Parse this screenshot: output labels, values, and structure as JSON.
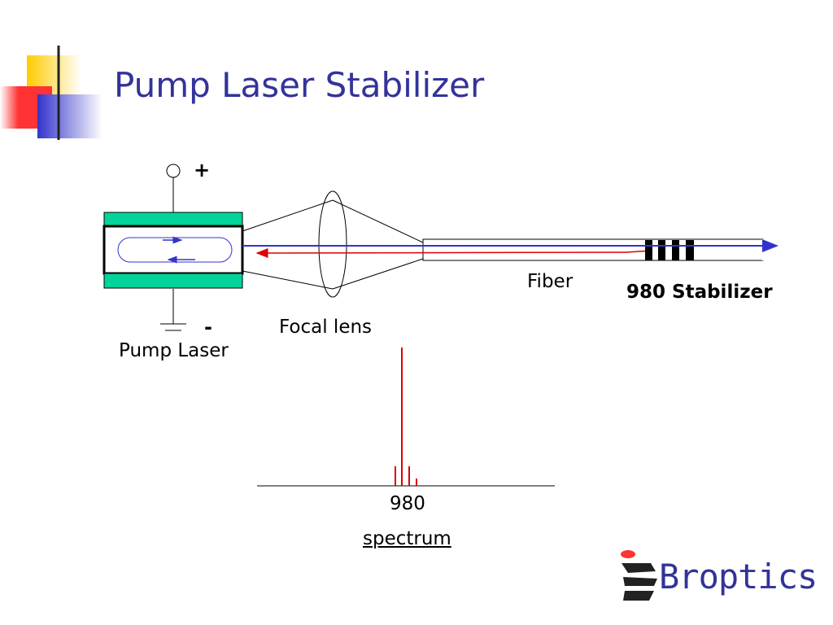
{
  "slide": {
    "title": "Pump Laser Stabilizer",
    "colors": {
      "title": "#333399",
      "yellow_square": "#ffcc00",
      "red_square": "#ff3333",
      "blue_square": "#3333cc",
      "laser_body": "#00d49a",
      "forward_beam": "#3333cc",
      "reflected_beam": "#dd0000"
    }
  },
  "diagram": {
    "plus_label": "+",
    "minus_label": "-",
    "pump_laser_label": "Pump Laser",
    "focal_lens_label": "Focal lens",
    "fiber_label": "Fiber",
    "stabilizer_label": "980 Stabilizer"
  },
  "spectrum": {
    "wavelength_label": "980",
    "caption": "spectrum"
  },
  "logo": {
    "text": "Broptics"
  }
}
